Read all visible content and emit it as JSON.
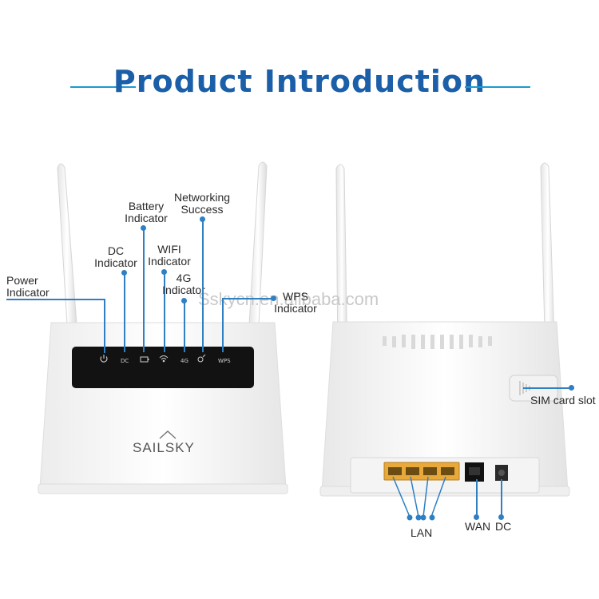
{
  "header": {
    "title": "Product Introduction"
  },
  "watermark": "Sskycn.en.alibaba.com",
  "front": {
    "brand": "SAILSKY",
    "leds": [
      "DC",
      "4G",
      "WPS"
    ],
    "callouts": {
      "power": "Power\nIndicator",
      "dc": "DC\nIndicator",
      "battery": "Battery\nIndicator",
      "wifi": "WIFI\nIndicator",
      "g4": "4G\nIndicator",
      "networking": "Networking\nSuccess",
      "wps": "WPS\nIndicator"
    }
  },
  "back": {
    "sim": "SIM card slot",
    "lan": "LAN",
    "wan": "WAN",
    "dc": "DC"
  },
  "colors": {
    "title": "#1b5fa8",
    "accent": "#1a9ad0",
    "leader": "#2e7fc4",
    "lan_port": "#e8a93a"
  }
}
